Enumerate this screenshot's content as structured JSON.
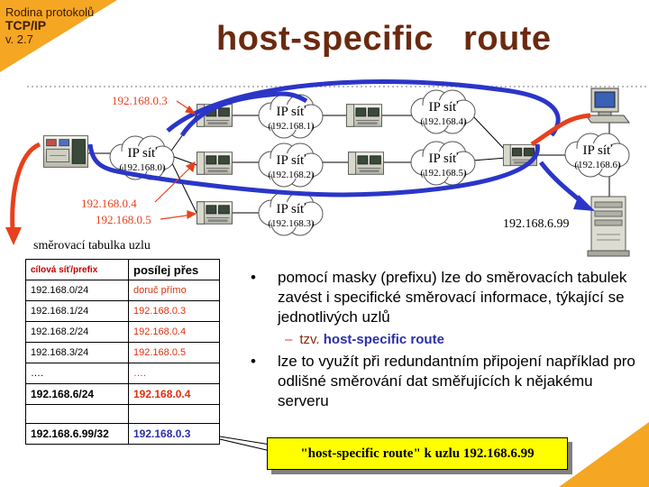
{
  "header": {
    "series": "Rodina protokolů",
    "protocol": "TCP/IP",
    "version": "v. 2.7"
  },
  "title": "host-specific   route",
  "colors": {
    "corner": "#f5a623",
    "route_blue": "#2b35c8",
    "route_red": "#e8401c",
    "title": "#6b2a0f"
  },
  "diagram": {
    "cloud_title": "IP síť",
    "clouds": [
      "(192.168.0)",
      "(192.168.1)",
      "(192.168.2)",
      "(192.168.3)",
      "(192.168.4)",
      "(192.168.5)",
      "(192.168.6)"
    ],
    "address_labels": [
      "192.168.0.3",
      "192.168.0.4",
      "192.168.0.5"
    ],
    "server_address": "192.168.6.99",
    "icons": [
      "router-icon",
      "workstation-icon",
      "server-icon"
    ]
  },
  "routing_table": {
    "caption": "směrovací tabulka uzlu",
    "headers": [
      "cílová síť/prefix",
      "posílej přes"
    ],
    "rows": [
      [
        "192.168.0/24",
        "doruč přímo"
      ],
      [
        "192.168.1/24",
        "192.168.0.3"
      ],
      [
        "192.168.2/24",
        "192.168.0.4"
      ],
      [
        "192.168.3/24",
        "192.168.0.5"
      ],
      [
        "….",
        "…."
      ],
      [
        "192.168.6/24",
        "192.168.0.4"
      ],
      [
        "",
        ""
      ],
      [
        "192.168.6.99/32",
        "192.168.0.3"
      ]
    ]
  },
  "bullets": {
    "b1": "pomocí masky (prefixu) lze do směrovacích tabulek zavést i specifické směrovací informace, týkající se jednotlivých uzlů",
    "sub_prefix": "tzv.",
    "sub_highlight": "host-specific route",
    "b2": "lze to využít při redundantním připojení například pro odlišné směrování dat směřujících k nějakému serveru"
  },
  "callout": "\"host-specific route\" k uzlu 192.168.6.99"
}
